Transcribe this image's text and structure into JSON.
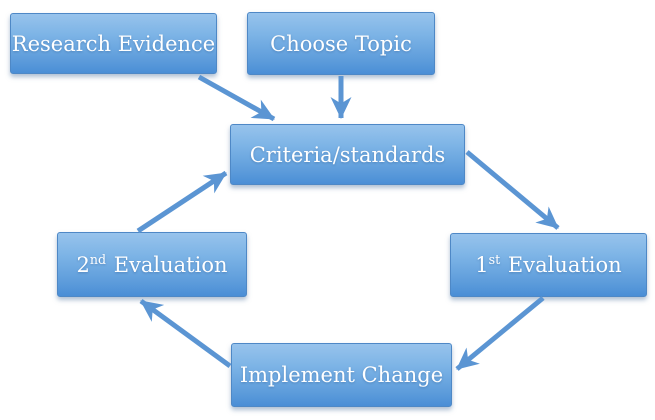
{
  "diagram": {
    "nodes": {
      "research_evidence": {
        "label": "Research Evidence"
      },
      "choose_topic": {
        "label": "Choose Topic"
      },
      "criteria_standards": {
        "label": "Criteria/standards"
      },
      "first_evaluation": {
        "num": "1",
        "sup": "st",
        "rest": " Evaluation"
      },
      "second_evaluation": {
        "num": "2",
        "sup": "nd",
        "rest": " Evaluation"
      },
      "implement_change": {
        "label": "Implement Change"
      }
    },
    "edges": [
      {
        "from": "research_evidence",
        "to": "criteria_standards"
      },
      {
        "from": "choose_topic",
        "to": "criteria_standards"
      },
      {
        "from": "criteria_standards",
        "to": "first_evaluation"
      },
      {
        "from": "first_evaluation",
        "to": "implement_change"
      },
      {
        "from": "implement_change",
        "to": "second_evaluation"
      },
      {
        "from": "second_evaluation",
        "to": "criteria_standards"
      }
    ]
  },
  "colors": {
    "background": "#ffffff",
    "box_gradient_top": "#97c3ec",
    "box_gradient_bottom": "#4a8ed6",
    "box_border": "#4e88c6",
    "arrow": "#5b95d3",
    "text": "#ffffff"
  }
}
